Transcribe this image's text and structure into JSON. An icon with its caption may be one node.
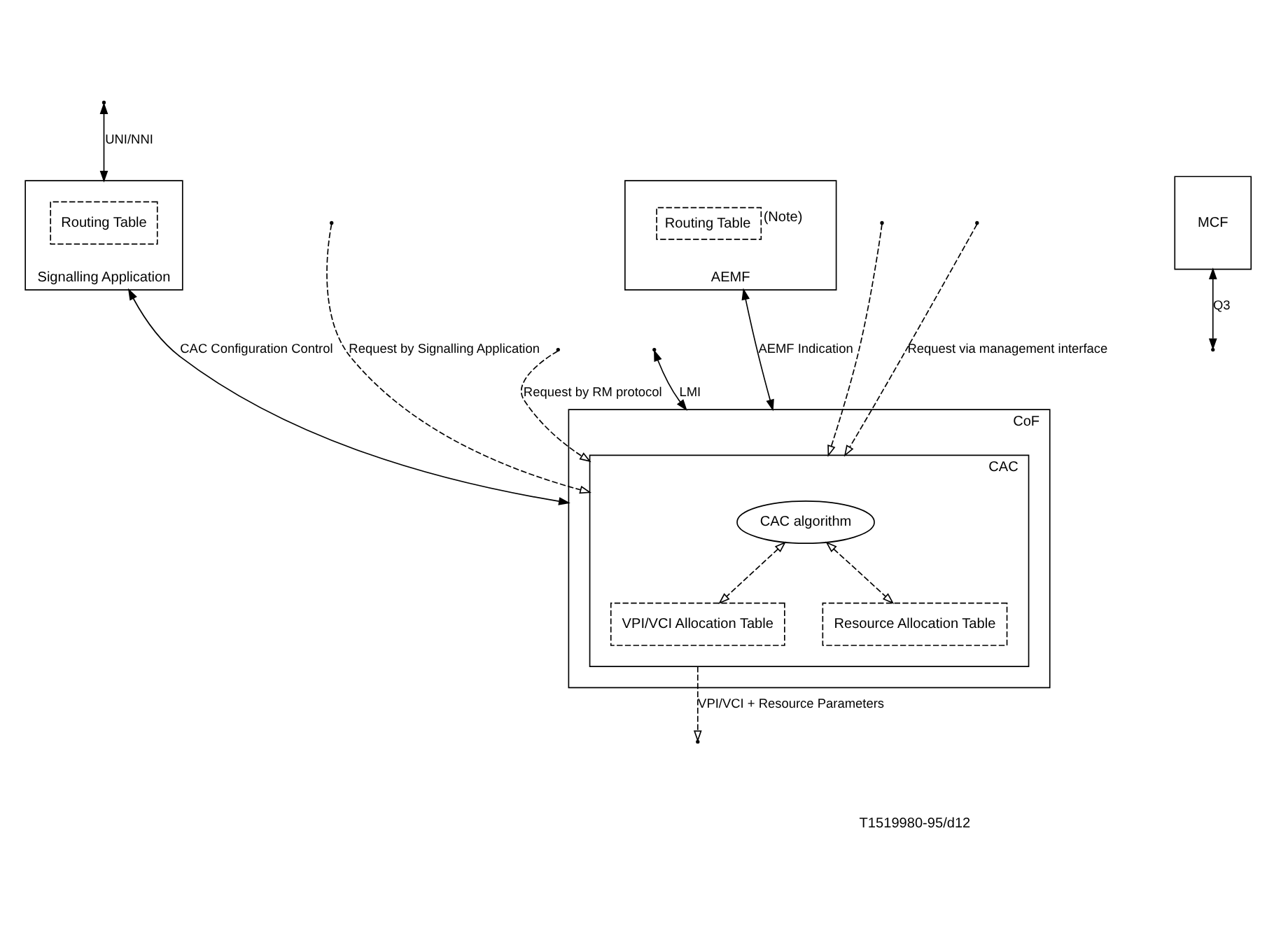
{
  "diagram": {
    "nodes": [
      {
        "text": [
          "Signalling Application"
        ]
      },
      {
        "text": [
          "Routing Table"
        ],
        "in": 0
      },
      {
        "text": [
          "AEMF"
        ]
      },
      {
        "text": [
          "Routing Table"
        ],
        "in": 2,
        "beside": [
          "(Note)"
        ]
      },
      {
        "text": [
          "MCF"
        ]
      },
      {
        "text": [
          "CoF"
        ]
      },
      {
        "text": [
          "CAC"
        ],
        "in": 5
      },
      {
        "text": [
          "CAC algorithm"
        ],
        "in": 6
      },
      {
        "text": [
          "VPI/VCI Allocation Table"
        ],
        "in": 6
      },
      {
        "text": [
          "Resource Allocation Table"
        ],
        "in": 6
      }
    ],
    "edges": [
      {
        "from": null,
        "to": 0,
        "arrow": "both",
        "label": "UNI/NNI"
      },
      {
        "from": null,
        "to": 6,
        "arrow": "to",
        "style": "dashed",
        "label": "Request by Signalling Application"
      },
      {
        "from": 0,
        "to": 5,
        "arrow": "both",
        "label": "CAC Configuration Control"
      },
      {
        "from": 2,
        "to": 5,
        "arrow": "both",
        "label": "AEMF Indication"
      },
      {
        "from": null,
        "to": 6,
        "arrow": "to",
        "style": "dashed",
        "label": "Request via management interface"
      },
      {
        "from": null,
        "to": 6,
        "arrow": "to",
        "style": "dashed"
      },
      {
        "from": 4,
        "to": null,
        "arrow": "both",
        "label": "Q3"
      },
      {
        "from": null,
        "to": 6,
        "arrow": "to",
        "style": "dashed",
        "label": "Request by RM protocol"
      },
      {
        "from": null,
        "to": 5,
        "arrow": "both",
        "label": "LMI"
      },
      {
        "from": 7,
        "to": 8,
        "arrow": "both",
        "style": "dashed"
      },
      {
        "from": 7,
        "to": 9,
        "arrow": "both",
        "style": "dashed"
      },
      {
        "from": 6,
        "to": null,
        "arrow": "to",
        "style": "dashed",
        "label": "VPI/VCI + Resource Parameters"
      }
    ],
    "labels": [
      "T1519980-95/d12"
    ]
  }
}
